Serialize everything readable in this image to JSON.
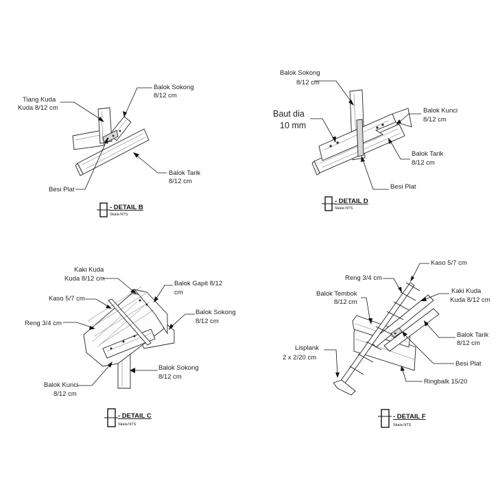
{
  "details": {
    "b": {
      "title": "- DETAIL B",
      "scale": "Skala NTS",
      "labels": {
        "tiang_kuda_1": "Tiang Kuda",
        "tiang_kuda_2": "Kuda 8/12 cm",
        "balok_sokong_1": "Balok Sokong",
        "balok_sokong_2": "8/12 cm",
        "balok_tarik_1": "Balok Tarik",
        "balok_tarik_2": "8/12 cm",
        "besi_plat": "Besi Plat"
      }
    },
    "d": {
      "title": "- DETAIL D",
      "scale": "Skala NTS",
      "labels": {
        "balok_sokong_1": "Balok Sokong",
        "balok_sokong_2": "8/12 cm",
        "baut_1": "Baut dia",
        "baut_2": "10 mm",
        "balok_kunci_1": "Balok Kunci",
        "balok_kunci_2": "8/12 cm",
        "balok_tarik_1": "Balok Tarik",
        "balok_tarik_2": "8/12 cm",
        "besi_plat": "Besi Plat"
      }
    },
    "c": {
      "title": "- DETAIL C",
      "scale": "Skala NTS",
      "labels": {
        "kaki_kuda_1": "Kaki Kuda",
        "kaki_kuda_2": "Kuda 8/12 cm",
        "balok_gapit_1": "Balok Gapit 8/12",
        "balok_gapit_2": "cm",
        "kaso": "Kaso 5/7 cm",
        "reng": "Reng 3/4 cm",
        "balok_sokong_a_1": "Balok Sokong",
        "balok_sokong_a_2": "8/12 cm",
        "balok_sokong_b_1": "Balok Sokong",
        "balok_sokong_b_2": "8/12 cm",
        "balok_kunci_1": "Balok Kunci",
        "balok_kunci_2": "8/12 cm"
      }
    },
    "f": {
      "title": "- DETAIL F",
      "scale": "Skala NTS",
      "labels": {
        "kaso": "Kaso 5/7 cm",
        "reng": "Reng 3/4 cm",
        "balok_tembok_1": "Balok Tembok",
        "balok_tembok_2": "8/12 cm",
        "kaki_kuda_1": "Kaki Kuda",
        "kaki_kuda_2": "Kuda 8/12 cm",
        "balok_tarik_1": "Balok Tarik",
        "balok_tarik_2": "8/12 cm",
        "besi_plat": "Besi Plat",
        "lisplank_1": "Lisplank",
        "lisplank_2": "2 x  2/20 cm",
        "ringbalk": "Ringbalk 15/20"
      }
    }
  }
}
